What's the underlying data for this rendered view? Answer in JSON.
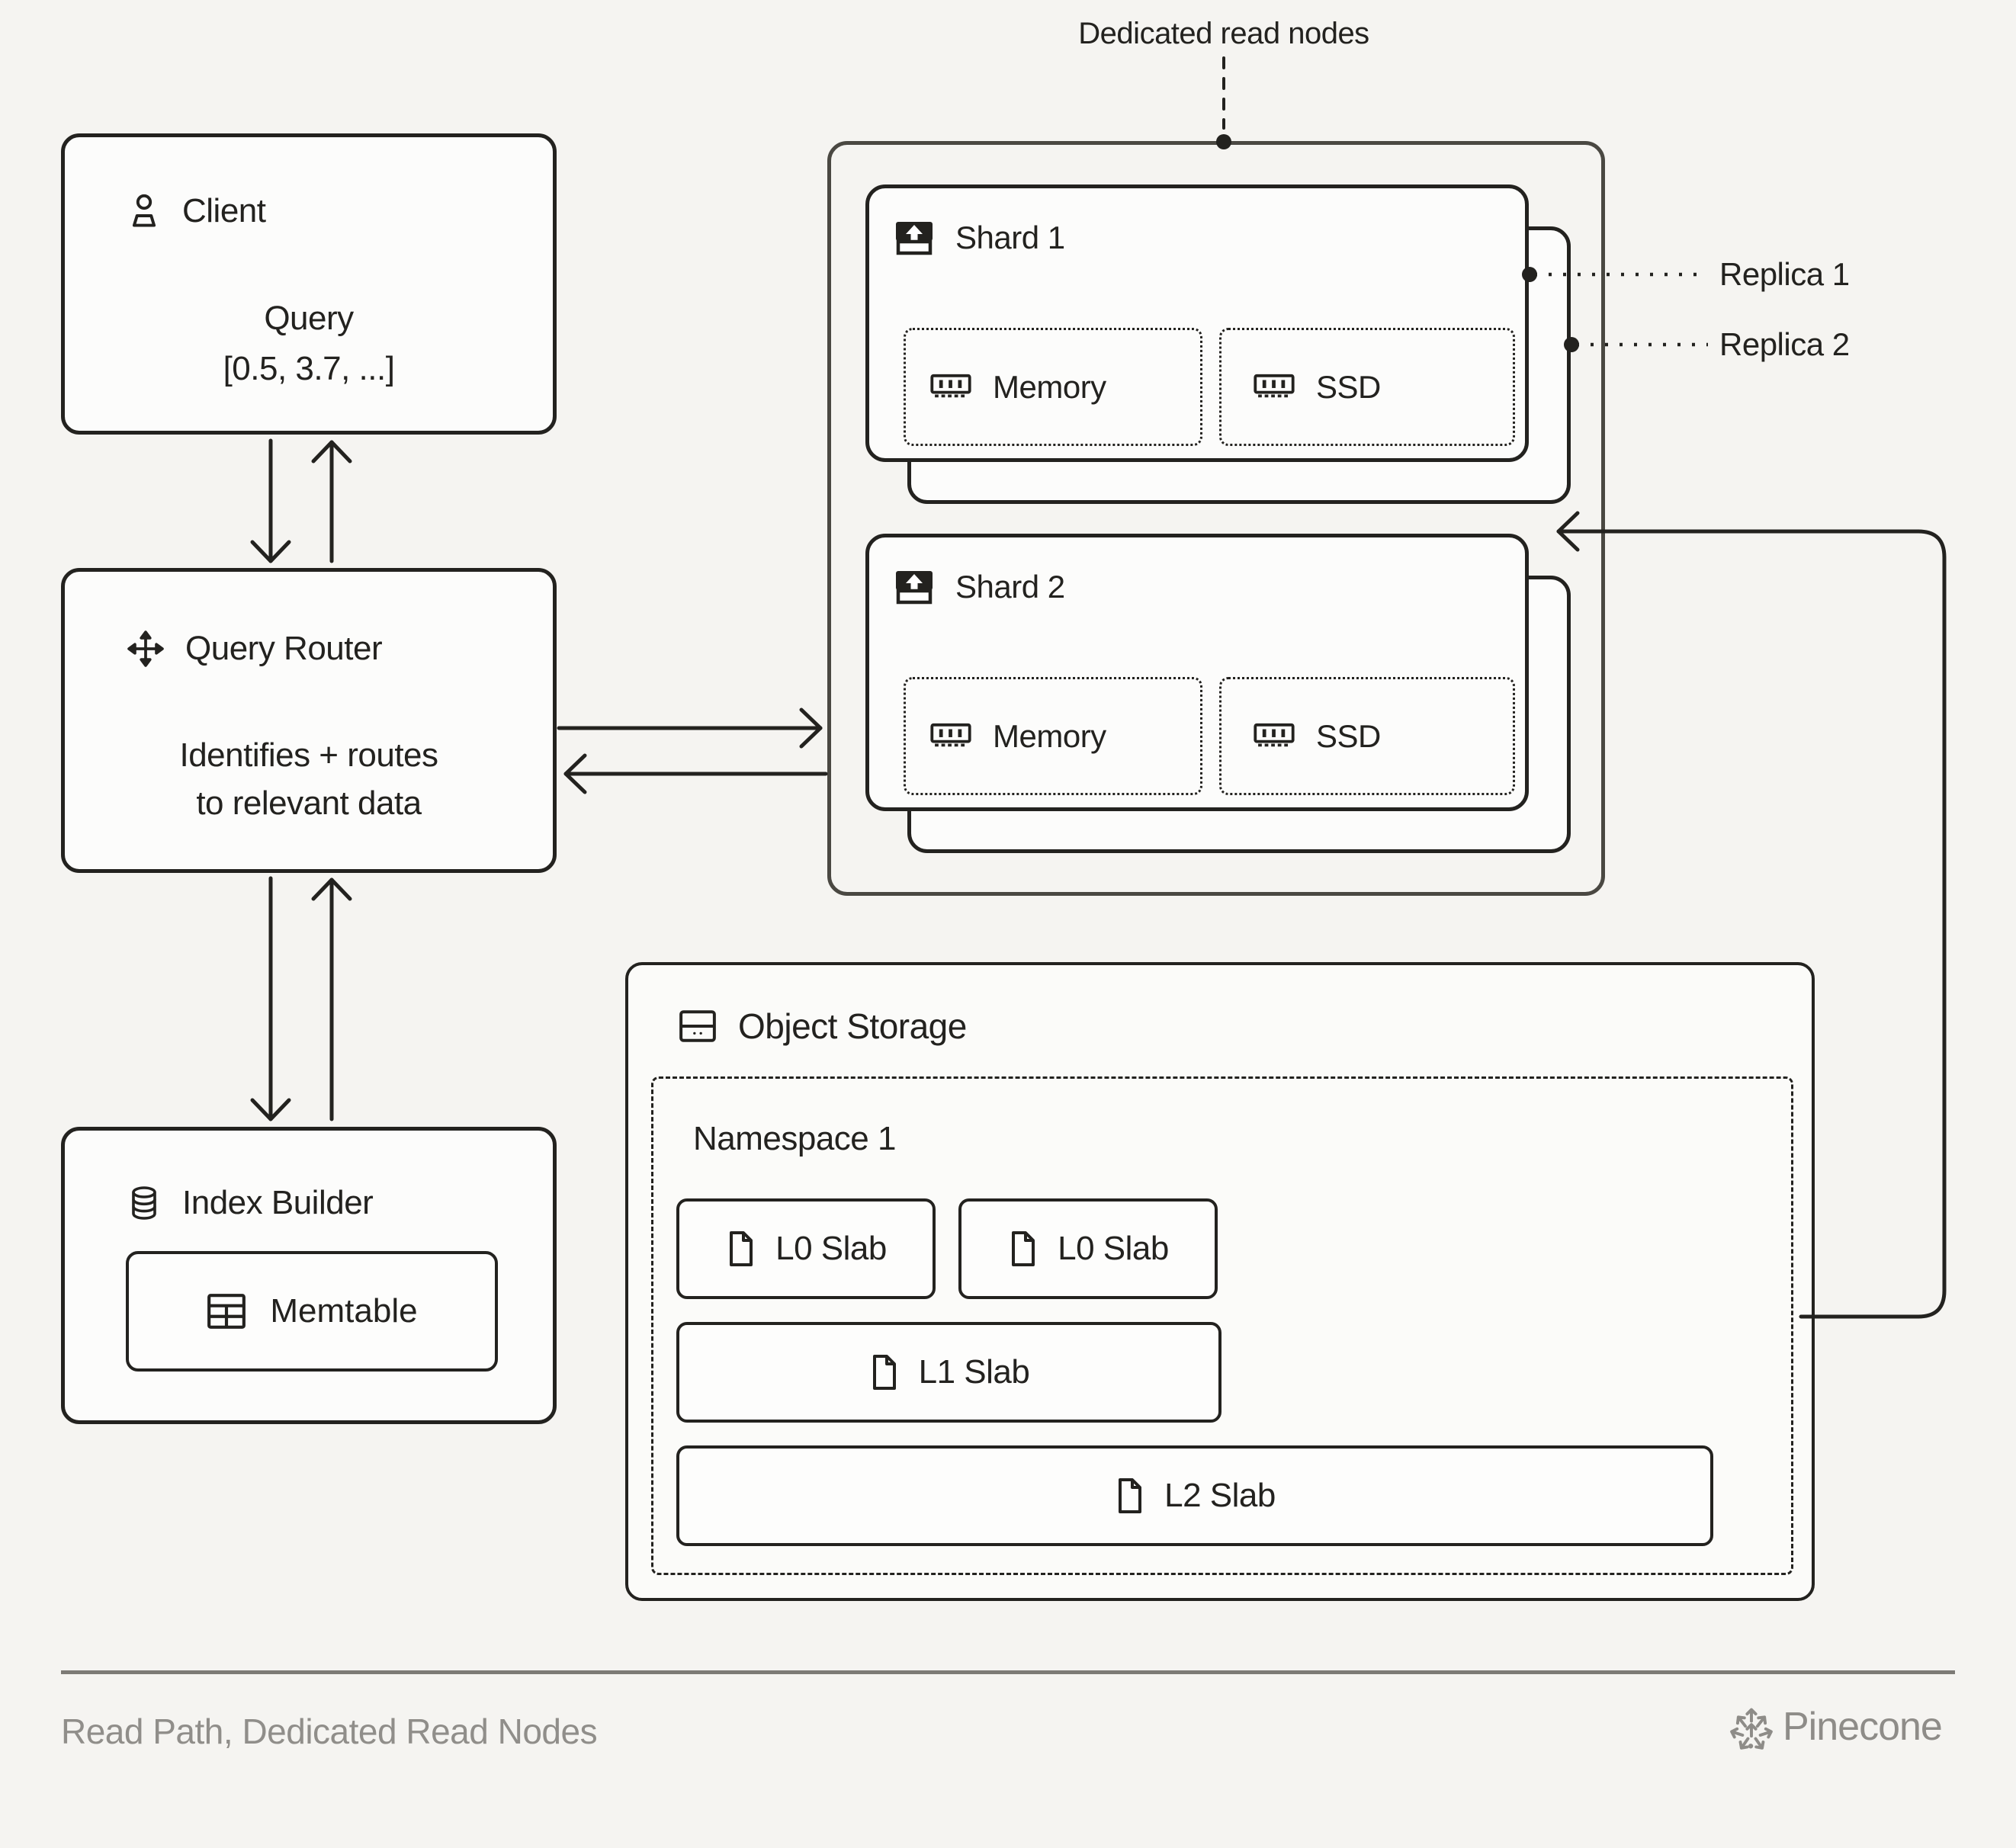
{
  "page": {
    "background": "#f5f4f1",
    "ink": "#23221f",
    "muted_text": "#908e8a",
    "container_border": "#4a4842",
    "card_fill": "#fcfcfb"
  },
  "top_annotation": {
    "label": "Dedicated read nodes"
  },
  "client": {
    "title": "Client",
    "query_label": "Query",
    "query_vector": "[0.5, 3.7, ...]"
  },
  "query_router": {
    "title": "Query Router",
    "desc_line1": "Identifies + routes",
    "desc_line2": "to relevant data"
  },
  "index_builder": {
    "title": "Index Builder",
    "memtable_label": "Memtable"
  },
  "read_nodes": {
    "shard1": {
      "title": "Shard 1",
      "memory_label": "Memory",
      "ssd_label": "SSD"
    },
    "shard2": {
      "title": "Shard 2",
      "memory_label": "Memory",
      "ssd_label": "SSD"
    },
    "replica1_label": "Replica 1",
    "replica2_label": "Replica 2"
  },
  "object_storage": {
    "title": "Object Storage",
    "namespace_label": "Namespace 1",
    "slabs": [
      "L0 Slab",
      "L0 Slab",
      "L1 Slab",
      "L2 Slab"
    ]
  },
  "footer": {
    "caption": "Read Path, Dedicated Read Nodes",
    "brand": "Pinecone"
  },
  "icons": {
    "client": "person-icon",
    "query_router": "move-arrows-icon",
    "index_builder": "database-icon",
    "memtable": "table-grid-icon",
    "shard": "tray-arrow-up-icon",
    "memory": "ram-stick-icon",
    "ssd": "ram-stick-icon",
    "object_storage": "storage-drive-icon",
    "slab": "file-icon",
    "brand": "pinecone-logo-icon"
  }
}
